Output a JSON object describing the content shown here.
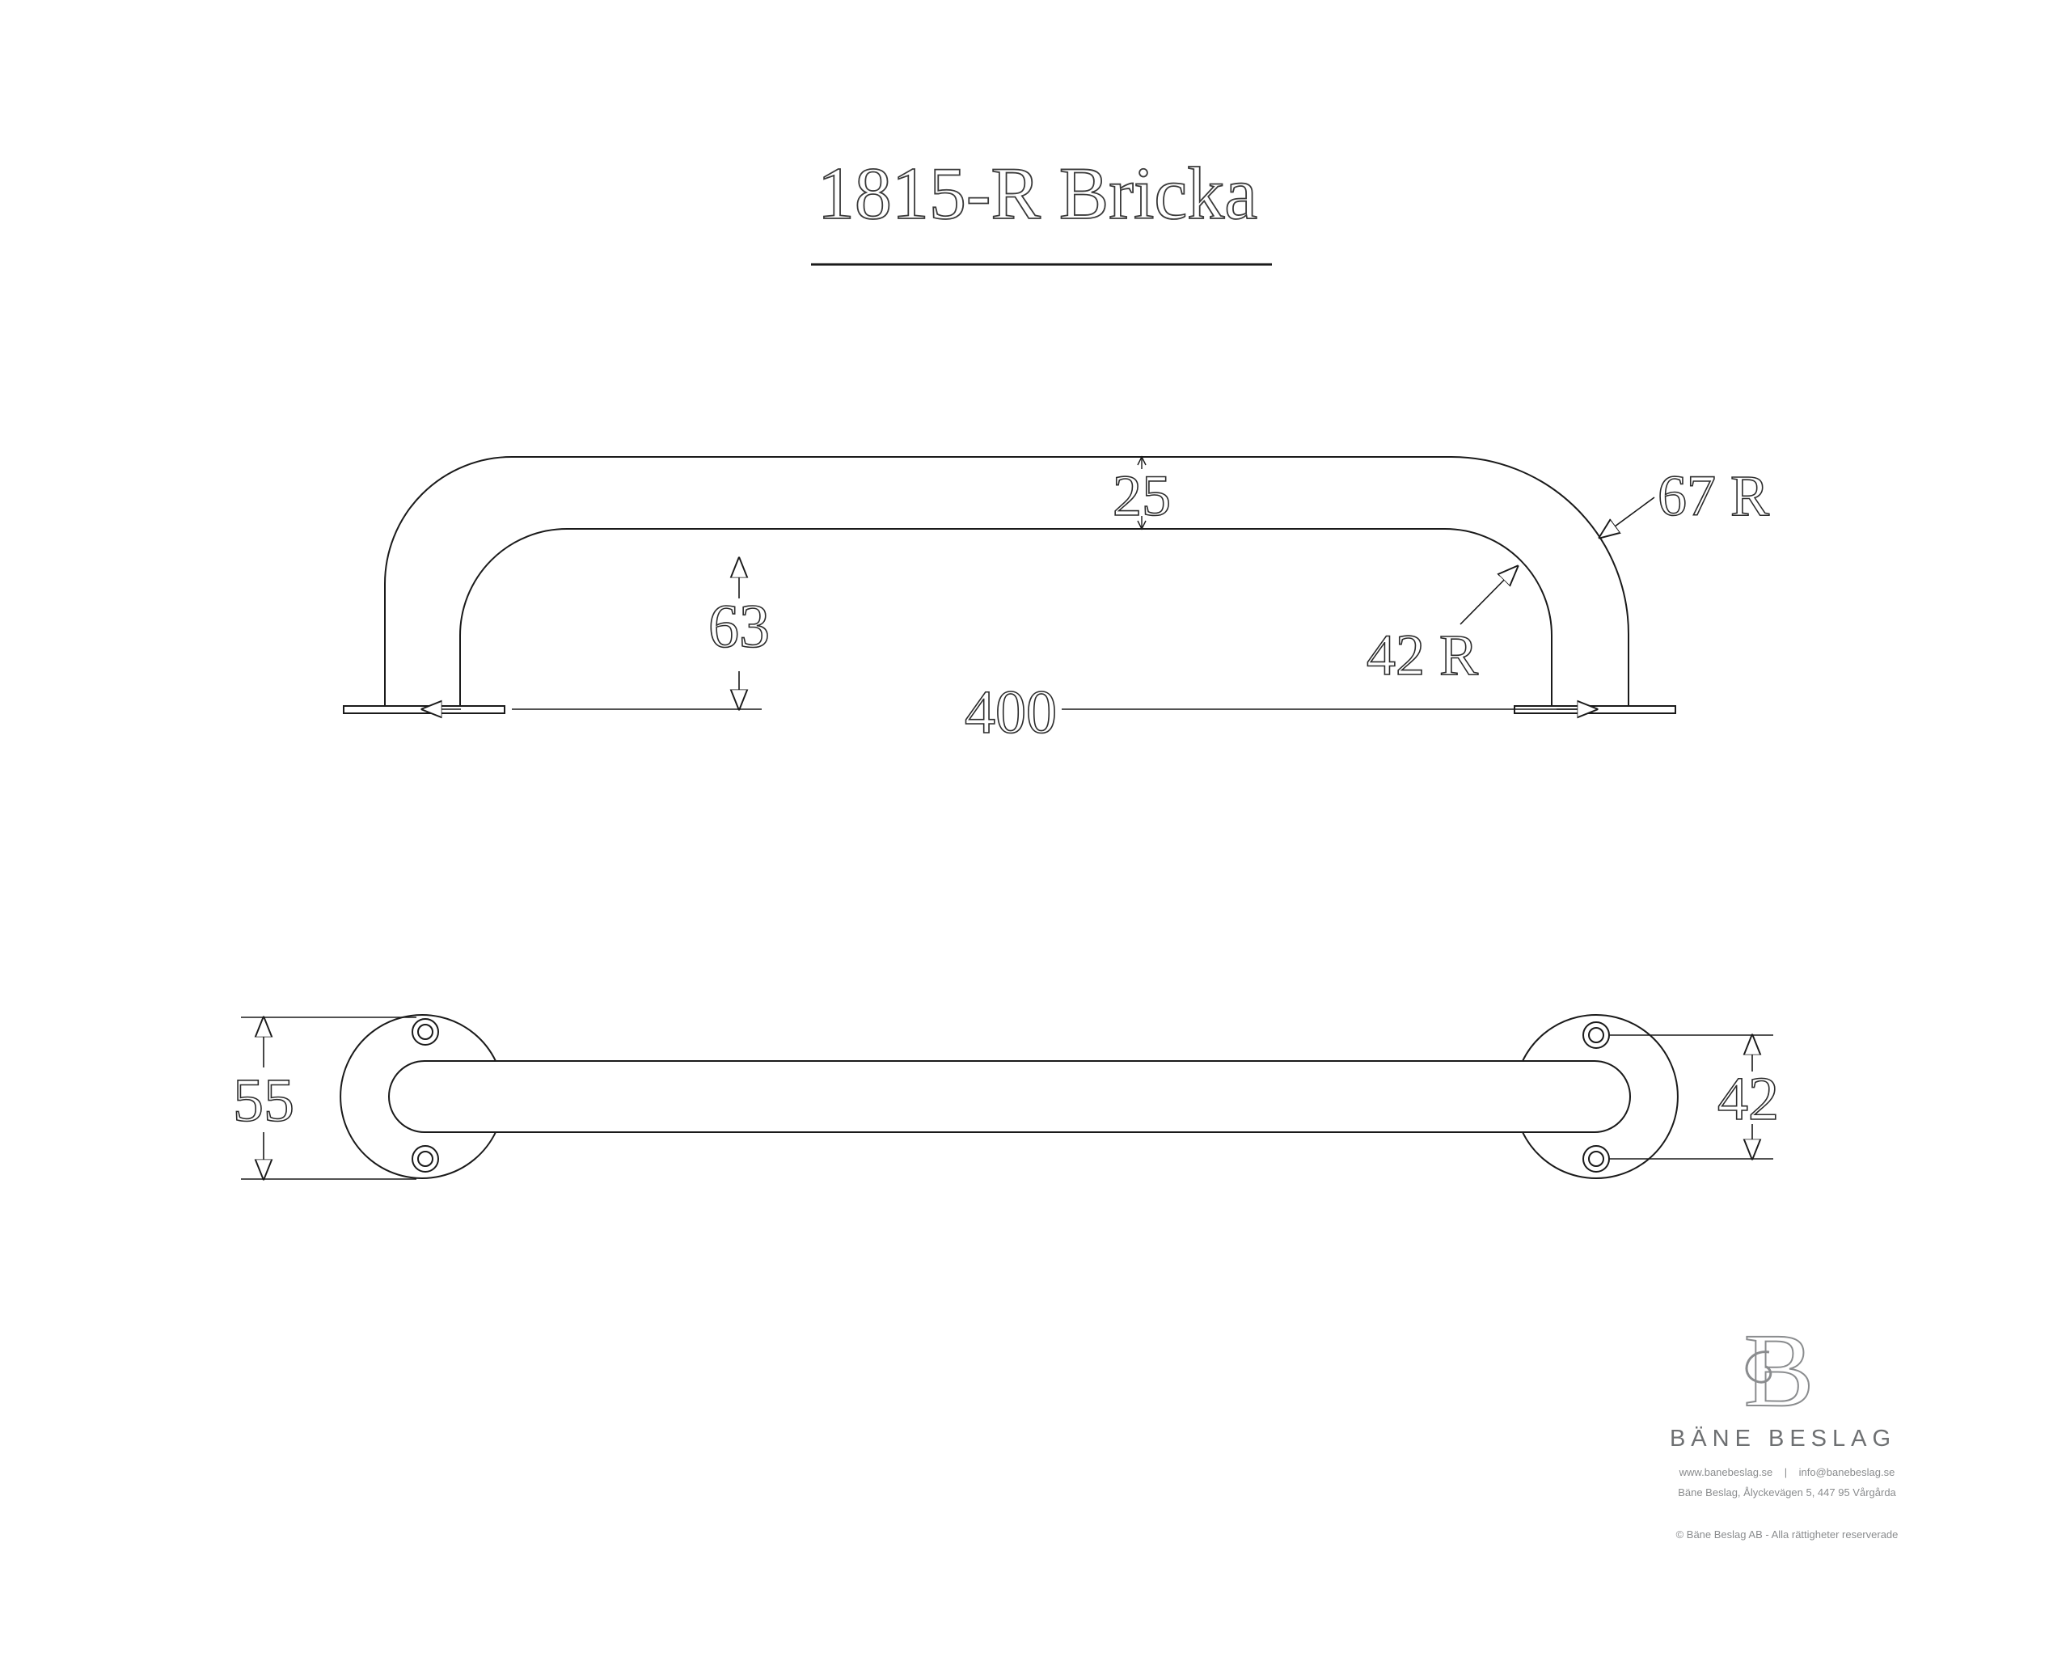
{
  "title": "1815-R Bricka",
  "dimensions": {
    "height_25": "25",
    "radius_67": "67 R",
    "height_63": "63",
    "radius_42": "42 R",
    "length_400": "400",
    "rose_55": "55",
    "hole_spacing_42": "42"
  },
  "brand": {
    "name": "BÄNE BESLAG",
    "logo_letter": "B",
    "website": "www.banebeslag.se",
    "separator": "|",
    "email": "info@banebeslag.se",
    "address": "Bäne Beslag, Ålyckevägen 5, 447 95 Vårgårda",
    "copyright": "© Bäne Beslag AB - Alla rättigheter reserverade"
  },
  "colors": {
    "line": "#1a1a1a",
    "brand_gray": "#6e7072"
  }
}
